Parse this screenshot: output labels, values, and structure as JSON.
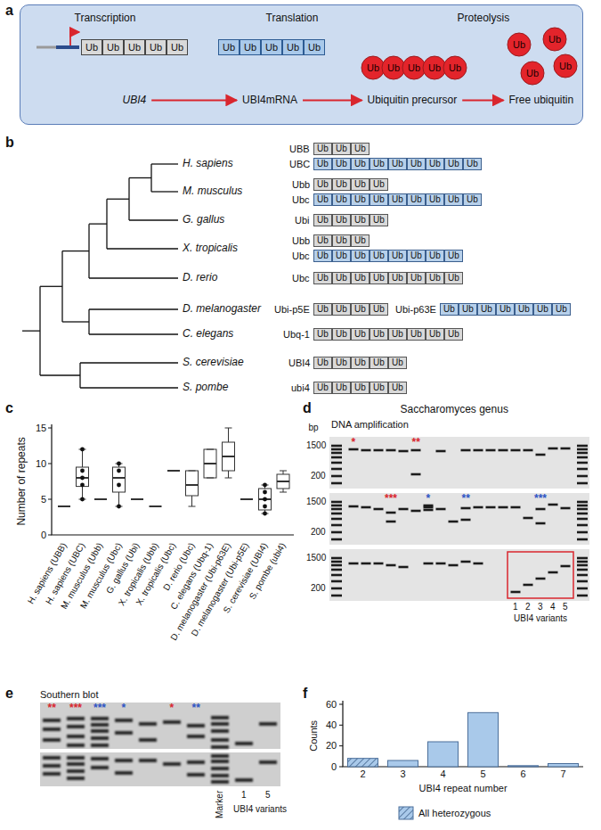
{
  "diagram": {
    "nodes": [
      {
        "text": [
          "Transcription",
          "Translation",
          "Proteolysis",
          "UBI4",
          "UBI4mRNA",
          "Ubiquitin precursor",
          "Free ubiquitin"
        ]
      },
      {
        "text": [
          "Ub"
        ],
        "in": 0
      },
      {
        "text": [
          "Ub"
        ],
        "in": 0
      },
      {
        "text": [
          "Ub"
        ],
        "in": 0
      },
      {
        "text": [
          "Ub"
        ],
        "in": 0
      },
      {
        "text": [
          "Ub"
        ],
        "in": 0
      },
      {
        "text": [
          "Ub"
        ],
        "in": 0
      },
      {
        "text": [
          "Ub"
        ],
        "in": 0
      },
      {
        "text": [
          "Ub"
        ],
        "in": 0
      },
      {
        "text": [
          "Ub"
        ],
        "in": 0
      },
      {
        "text": [
          "Ub"
        ],
        "in": 0
      },
      {
        "text": [
          "Ub"
        ],
        "in": 0
      },
      {
        "text": [
          "Ub"
        ],
        "in": 0
      },
      {
        "text": [
          "Ub"
        ],
        "in": 0
      },
      {
        "text": [
          "Ub"
        ],
        "in": 0
      },
      {
        "text": [
          "Ub"
        ],
        "in": 0
      },
      {
        "text": [
          "Ub"
        ],
        "in": 0
      },
      {
        "text": [
          "Ub"
        ],
        "in": 0
      },
      {
        "text": [
          "Ub"
        ],
        "in": 0
      },
      {
        "text": [
          "Ub"
        ],
        "in": 0
      },
      {
        "text": [
          "Ub"
        ]
      },
      {
        "text": [
          "Ub"
        ]
      },
      {
        "text": [
          "Ub"
        ]
      },
      {
        "text": [
          "Ub"
        ]
      },
      {
        "text": [
          "Ub"
        ]
      },
      {
        "text": [
          "Ub"
        ]
      },
      {
        "text": [
          "Ub"
        ]
      },
      {
        "text": [
          "Ub"
        ]
      },
      {
        "text": [
          "Ub"
        ]
      },
      {
        "text": [
          "Ub"
        ]
      },
      {
        "text": [
          "Ub"
        ]
      },
      {
        "text": [
          "Ub"
        ]
      },
      {
        "text": [
          "Ub"
        ]
      },
      {
        "text": [
          "Ub"
        ]
      },
      {
        "text": [
          "Ub"
        ]
      },
      {
        "text": [
          "Ub"
        ]
      },
      {
        "text": [
          "Ub"
        ]
      },
      {
        "text": [
          "Ub"
        ]
      },
      {
        "text": [
          "Ub"
        ]
      },
      {
        "text": [
          "Ub"
        ]
      },
      {
        "text": [
          "Ub"
        ]
      },
      {
        "text": [
          "Ub"
        ]
      },
      {
        "text": [
          "Ub"
        ]
      },
      {
        "text": [
          "Ub"
        ]
      },
      {
        "text": [
          "Ub"
        ]
      },
      {
        "text": [
          "Ub"
        ]
      },
      {
        "text": [
          "Ub"
        ]
      },
      {
        "text": [
          "Ub"
        ]
      },
      {
        "text": [
          "Ub"
        ]
      },
      {
        "text": [
          "Ub"
        ]
      },
      {
        "text": [
          "Ub"
        ]
      },
      {
        "text": [
          "Ub"
        ]
      },
      {
        "text": [
          "Ub"
        ]
      },
      {
        "text": [
          "Ub"
        ]
      },
      {
        "text": [
          "Ub"
        ]
      },
      {
        "text": [
          "Ub"
        ]
      },
      {
        "text": [
          "Ub"
        ]
      },
      {
        "text": [
          "Ub"
        ]
      },
      {
        "text": [
          "Ub"
        ]
      },
      {
        "text": [
          "Ub"
        ]
      },
      {
        "text": [
          "Ub"
        ]
      },
      {
        "text": [
          "Ub"
        ]
      },
      {
        "text": [
          "Ub"
        ]
      },
      {
        "text": [
          "Ub"
        ]
      },
      {
        "text": [
          "Ub"
        ]
      },
      {
        "text": [
          "Ub"
        ]
      },
      {
        "text": [
          "Ub"
        ]
      },
      {
        "text": [
          "Ub"
        ]
      },
      {
        "text": [
          "Ub"
        ]
      },
      {
        "text": [
          "Ub"
        ]
      },
      {
        "text": [
          "Ub"
        ]
      },
      {
        "text": [
          "Ub"
        ]
      },
      {
        "text": [
          "Ub"
        ]
      },
      {
        "text": [
          "Ub"
        ]
      },
      {
        "text": [
          "Ub"
        ]
      },
      {
        "text": [
          "Ub"
        ]
      },
      {
        "text": [
          "Ub"
        ]
      },
      {
        "text": [
          "Ub"
        ]
      },
      {
        "text": [
          "Ub"
        ]
      },
      {
        "text": [
          "Ub"
        ]
      },
      {
        "text": [
          "Ub"
        ]
      },
      {
        "text": [
          "Ub"
        ]
      },
      {
        "text": [
          "Ub"
        ]
      },
      {
        "text": [
          "Ub"
        ]
      },
      {
        "text": [
          "Ub"
        ]
      },
      {
        "text": [
          "Ub"
        ]
      },
      {
        "text": [
          "Ub"
        ]
      },
      {
        "text": [
          "Ub"
        ]
      },
      {
        "text": [
          "Ub"
        ]
      },
      {
        "text": [
          "Ub"
        ]
      },
      {
        "text": [
          "Ub"
        ]
      },
      {
        "text": [
          "Ub"
        ]
      },
      {
        "text": [
          "Ub"
        ]
      },
      {
        "text": [
          "Ub"
        ]
      },
      {
        "text": [
          "Ub"
        ]
      },
      {
        "text": [
          "Ub"
        ]
      },
      {
        "text": [
          "Ub"
        ]
      }
    ],
    "labels": [
      "a",
      "b",
      "H. sapiens",
      "UBB",
      "UBC",
      "M. musculus",
      "Ubb",
      "Ubc",
      "G. gallus",
      "Ubi",
      "X. tropicalis",
      "Ubb",
      "Ubc",
      "D. rerio",
      "Ubc",
      "D. melanogaster",
      "Ubi-p5E",
      "Ubi-p63E",
      "C. elegans",
      "Ubq-1",
      "S. cerevisiae",
      "UBI4",
      "S. pombe",
      "ubi4",
      "c",
      "Number of repeats",
      "0",
      "5",
      "10",
      "15",
      "H. sapiens (UBB)",
      "H. sapiens (UBC)",
      "M. musculus (Ubb)",
      "M. musculus (Ubc)",
      "G. gallus (Ubi)",
      "X. tropicalis (Ubb)",
      "X. tropicalis (Ubc)",
      "D. rerio (Ubc)",
      "C. elegans (Ubq-1)",
      "D. melanogaster (Ubi-p63E)",
      "D. melanogaster (Ubi-p5E)",
      "S. cerevisiae (UBI4)",
      "S. pombe (ubi4)",
      "d",
      "Saccharomyces genus",
      "DNA amplification",
      "bp",
      "1500",
      "200",
      "1500",
      "200",
      "1500",
      "200",
      "*",
      "**",
      "***",
      "*",
      "**",
      "***",
      "1",
      "2",
      "3",
      "4",
      "5",
      "UBI4 variants",
      "e",
      "Southern blot",
      "**",
      "***",
      "***",
      "*",
      "*",
      "**",
      "Marker",
      "UBI4 variants",
      "1",
      "5",
      "f",
      "Counts",
      "0",
      "20",
      "40",
      "60",
      "2",
      "3",
      "4",
      "5",
      "6",
      "7",
      "UBI4 repeat number"
    ],
    "legend": [
      {
        "text": "All heterozygous"
      }
    ]
  }
}
